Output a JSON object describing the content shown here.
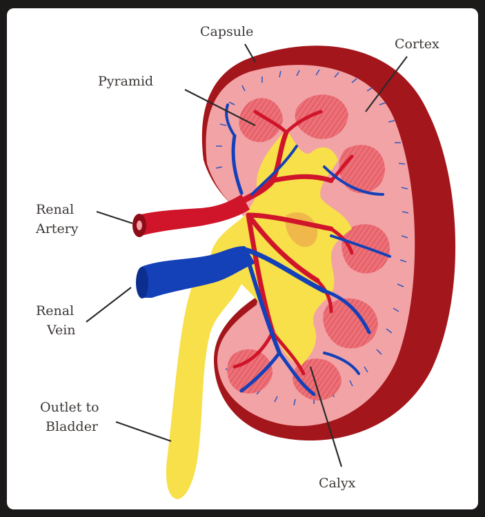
{
  "labels": {
    "capsule": "Capsule",
    "cortex": "Cortex",
    "pyramid": "Pyramid",
    "renal_artery_line1": "Renal",
    "renal_artery_line2": "Artery",
    "renal_vein_line1": "Renal",
    "renal_vein_line2": "Vein",
    "outlet_line1": "Outlet to",
    "outlet_line2": "Bladder",
    "calyx": "Calyx"
  },
  "colors": {
    "background": "#1c1a19",
    "panel": "#ffffff",
    "capsule": "#a3161b",
    "cortex": "#f2a3a6",
    "pyramid": "#e8636a",
    "artery": "#d0142a",
    "vein": "#1440b8",
    "calyx": "#f7e04a",
    "label_text": "#3a3634",
    "leader_line": "#2a2a2a"
  }
}
